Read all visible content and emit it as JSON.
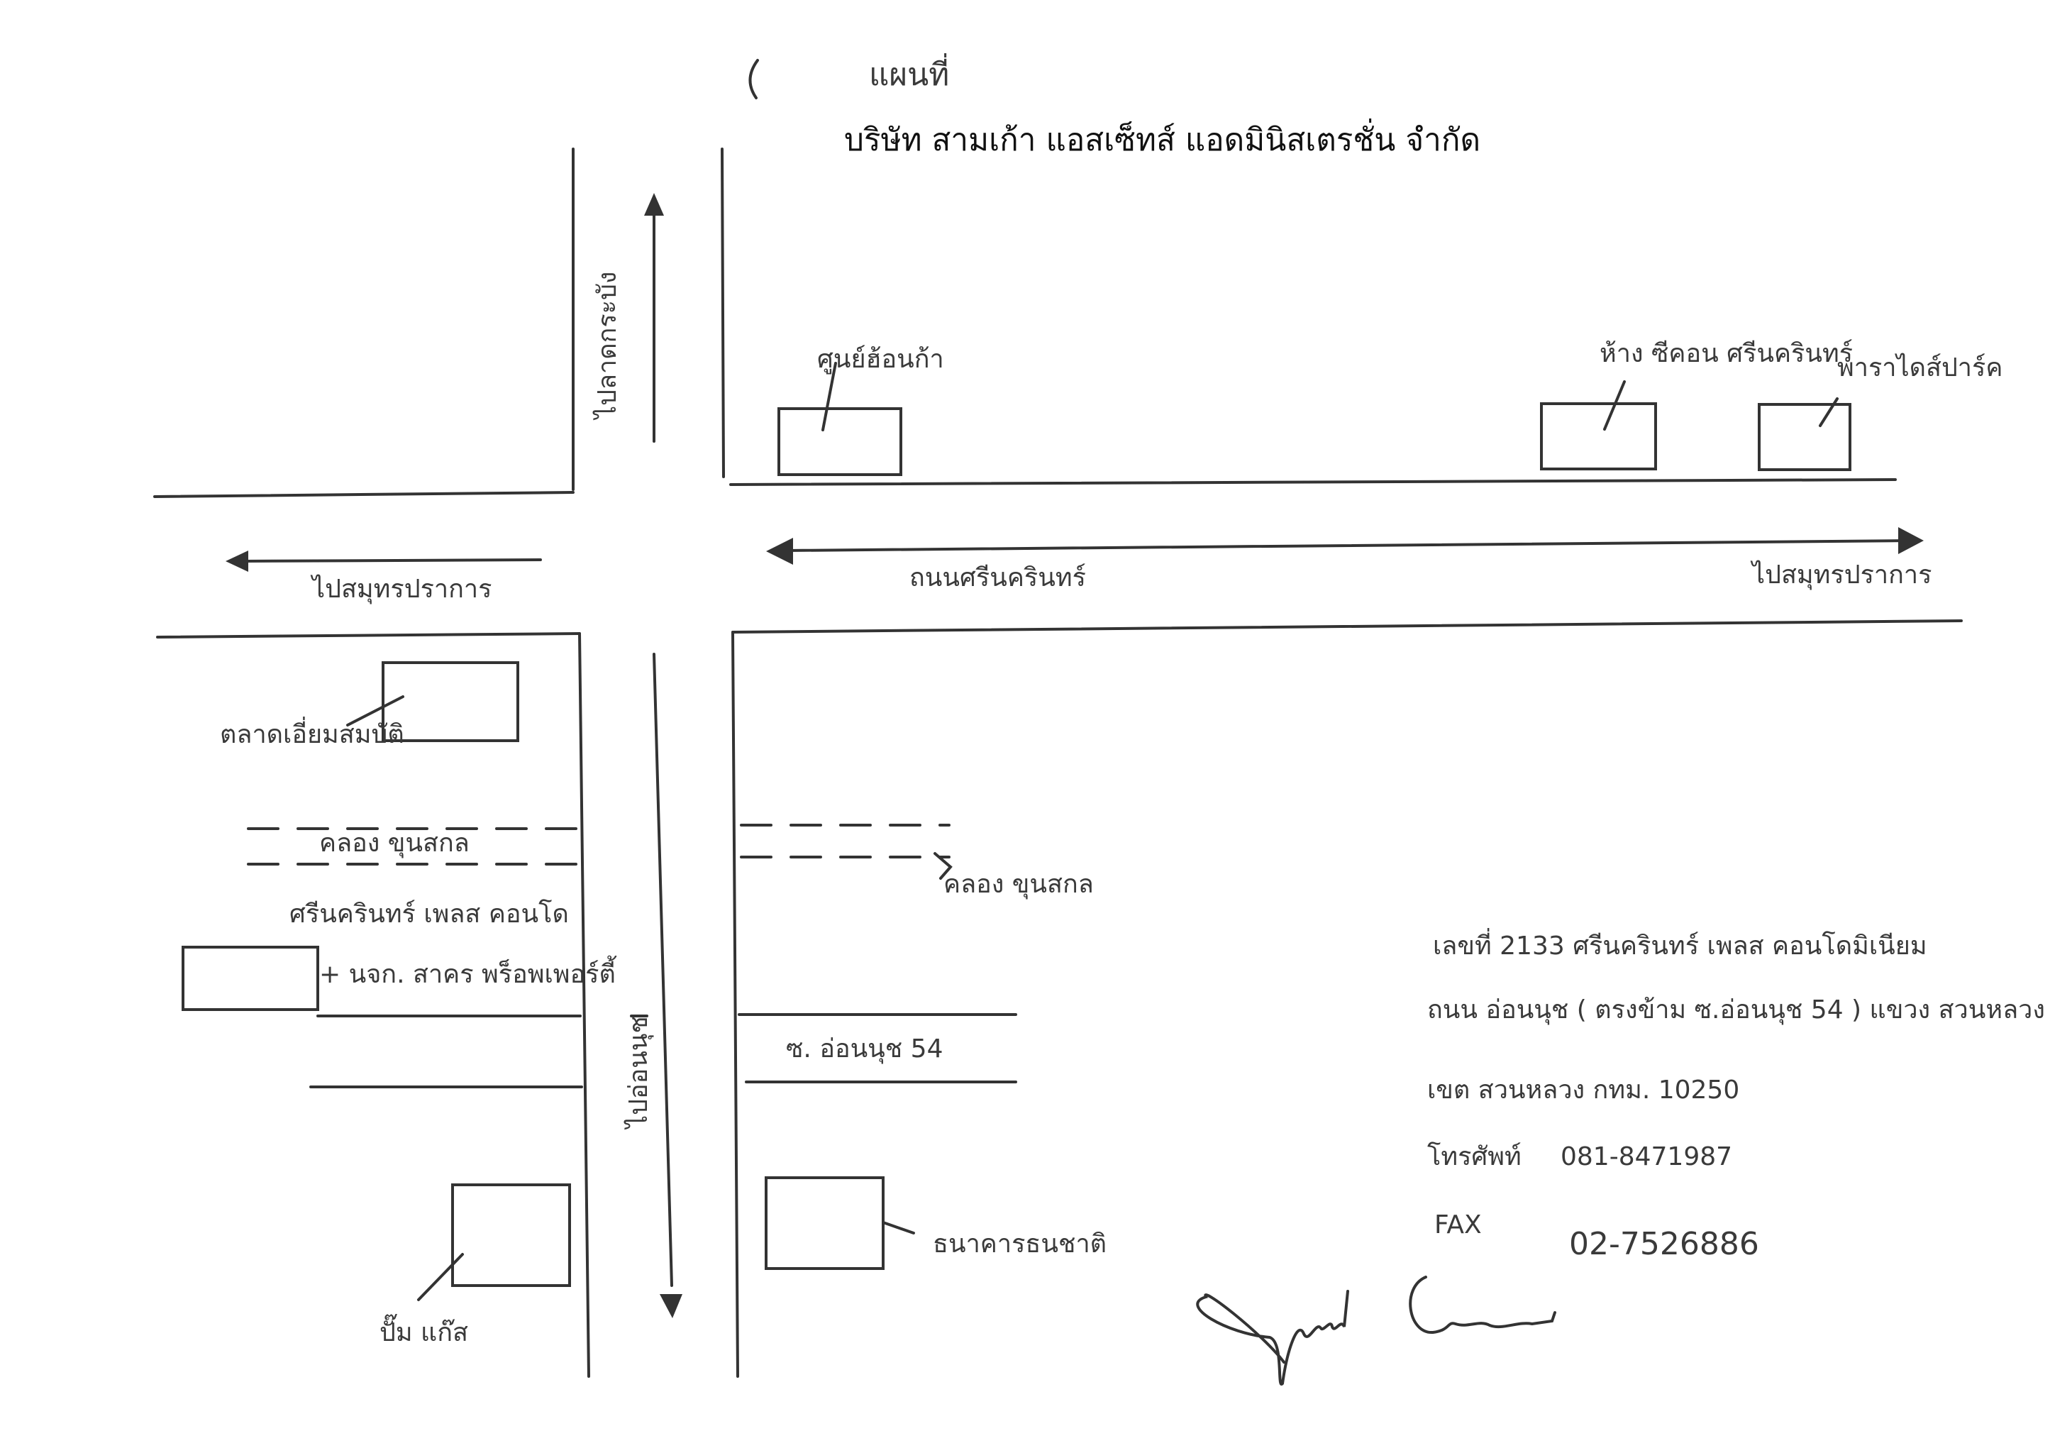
{
  "header": {
    "map_word": "แผนที่",
    "company": "บริษัท สามเก้า แอสเซ็ทส์ แอดมินิสเตรชั่น จำกัด"
  },
  "roads": {
    "north_to": "ไปลาดกระบัง",
    "west_to": "ไปสมุทรปราการ",
    "main_road": "ถนนศรีนครินทร์",
    "east_to": "ไปสมุทรปราการ",
    "south_to": "ไปอ่อนนุช",
    "soi": "ซ. อ่อนนุช 54"
  },
  "canals": {
    "left": "คลอง ขุนสกล",
    "right": "คลอง ขุนสกล"
  },
  "places": {
    "top_left_store": "ศูนย์ฮ้อนก้า",
    "mall": "ห้าง ซีคอน ศรีนครินทร์",
    "paradise": "พาราไดส์ปาร์ค",
    "market": "ตลาดเอี่ยมสมบัติ",
    "condo": "ศรีนครินทร์ เพลส คอนโด",
    "condo_note": "+ นจก. สาคร พร็อพเพอร์ตี้",
    "bank": "ธนาคารธนชาติ",
    "gas": "ปั๊ม แก๊ส"
  },
  "address": {
    "line1": "เลขที่ 2133 ศรีนครินทร์ เพลส คอนโดมิเนียม",
    "line2": "ถนน อ่อนนุช ( ตรงข้าม ซ.อ่อนนุช 54 ) แขวง สวนหลวง",
    "line3": "เขต สวนหลวง กทม. 10250",
    "phone_label": "โทรศัพท์",
    "phone": "081-8471987",
    "fax_label": "FAX",
    "fax": "02-7526886"
  },
  "icons": {
    "signature": "handwritten-signature-icon"
  }
}
